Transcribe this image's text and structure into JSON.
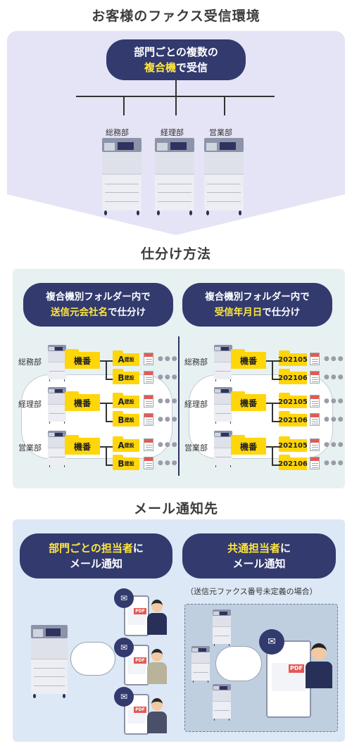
{
  "section1": {
    "title": "お客様のファクス受信環境",
    "pill_line1": "部門ごとの複数の",
    "pill_line2_highlight": "複合機",
    "pill_line2_rest": "で受信",
    "depts": [
      "総務部",
      "経理部",
      "営業部"
    ]
  },
  "section2": {
    "title": "仕分け方法",
    "left_pill_line1": "複合機別フォルダー内で",
    "left_pill_highlight": "送信元会社名",
    "left_pill_rest": "で仕分け",
    "right_pill_line1": "複合機別フォルダー内で",
    "right_pill_highlight": "受信年月日",
    "right_pill_rest": "で仕分け",
    "depts": [
      "総務部",
      "経理部",
      "営業部"
    ],
    "machine_label": "機番",
    "company_a": "A",
    "company_b": "B",
    "company_suffix": "建設",
    "date_1": "202105",
    "date_2": "202106",
    "dots": "●●●"
  },
  "section3": {
    "title": "メール通知先",
    "left_pill_highlight": "部門ごとの担当者",
    "left_pill_rest": "に",
    "left_pill_line2": "メール通知",
    "right_pill_highlight": "共通担当者",
    "right_pill_rest": "に",
    "right_pill_line2": "メール通知",
    "note": "（送信元ファクス番号未定義の場合）",
    "pdf_label": "PDF",
    "mail_glyph": "✉"
  }
}
